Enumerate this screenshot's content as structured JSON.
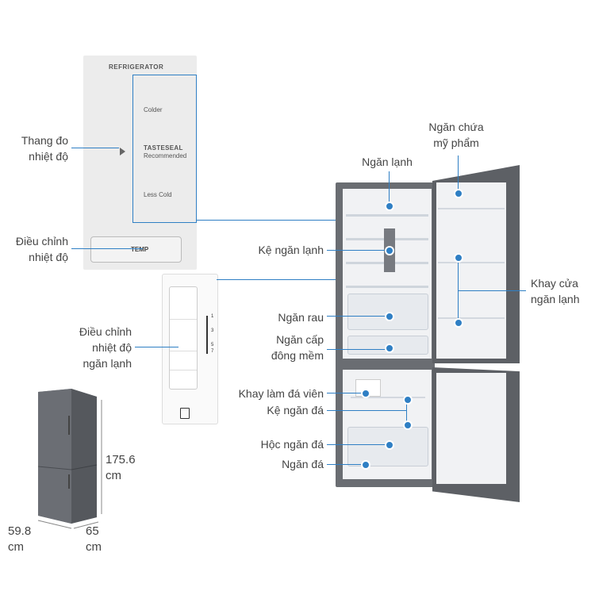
{
  "control_panel": {
    "title": "REFRIGERATOR",
    "colder": "Colder",
    "tasteseal_brand": "TASTESEAL",
    "recommended": "Recommended",
    "less_cold": "Less Cold",
    "temp_button": "TEMP"
  },
  "dial_panel": {
    "ticks": [
      "1",
      "3",
      "5",
      "7"
    ]
  },
  "labels": {
    "thang_do": "Thang đo\nnhiệt độ",
    "dieu_chinh": "Điều chỉnh\nnhiệt độ",
    "dieu_chinh_ngan_lanh": "Điều chỉnh\nnhiệt độ\nngăn lạnh",
    "ngan_chua_my_pham": "Ngăn chứa\nmỹ phẩm",
    "ngan_lanh": "Ngăn lạnh",
    "ke_ngan_lanh": "Kệ ngăn lạnh",
    "khay_cua": "Khay cửa\nngăn lạnh",
    "ngan_rau": "Ngăn rau",
    "ngan_cap_dong_mem": "Ngăn cấp\nđông mềm",
    "khay_lam_da_vien": "Khay làm đá viên",
    "ke_ngan_da": "Kệ ngăn đá",
    "hoc_ngan_da": "Hộc ngăn đá",
    "ngan_da": "Ngăn đá"
  },
  "dimensions": {
    "height": "175.6 cm",
    "width": "59.8 cm",
    "depth": "65 cm"
  },
  "colors": {
    "accent": "#2f7fc4",
    "fridge_body": "#6a6d72"
  }
}
